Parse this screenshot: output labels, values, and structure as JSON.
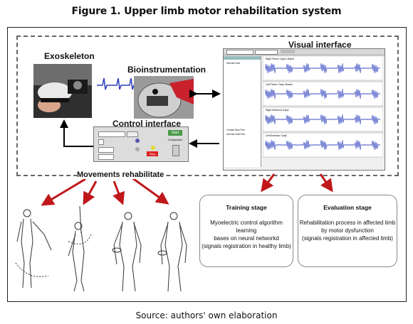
{
  "title": "Figure 1. Upper limb motor rehabilitation system",
  "labels": {
    "exoskeleton": "Exoskeleton",
    "bioinstrumentation": "Bioinstrumentation",
    "control_interface": "Control interface",
    "visual_interface": "Visual interface",
    "movements": "Movements rehabilitate"
  },
  "visual_panel": {
    "rows": [
      "Right Flexor Carpi Ulnaris",
      "Left Flexor Carpi Ulnaris",
      "Right Extensor Carpi",
      "Left Extensor Carpi"
    ],
    "list_items": [
      "Normal Gait",
      "Create New Plot",
      "Normal Gait Plot"
    ]
  },
  "control_panel": {
    "start_label": "Start",
    "stop_label": "Stop",
    "config_label": "Configuration"
  },
  "training": {
    "heading": "Training stage",
    "lines": [
      "Myoelectric control algorithm learning",
      "bases on neural networkd",
      "(signals registration in healthy limb)"
    ]
  },
  "evaluation": {
    "heading": "Evaluation stage",
    "lines": [
      "Rehabilitation process in affected limb",
      "by motor dysfunction",
      "(signals registration in affected limb)"
    ]
  },
  "source": "Source: authors' own elaboration",
  "colors": {
    "arrow_red": "#c0171b",
    "arrow_black": "#000000",
    "signal_blue": "#2a3dbd"
  }
}
